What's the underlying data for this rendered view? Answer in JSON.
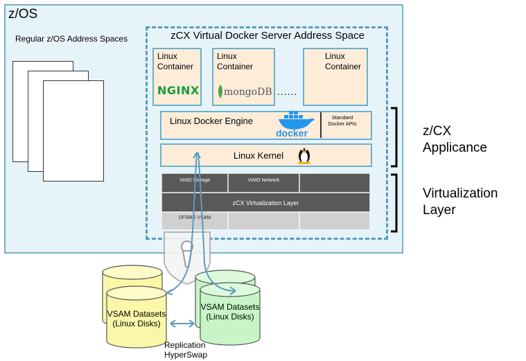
{
  "zos": {
    "title": "z/OS",
    "regular_spaces_label": "Regular z/OS Address Spaces"
  },
  "zcx": {
    "title": "zCX Virtual Docker Server Address Space",
    "containers": [
      {
        "label": "Linux Container",
        "logo": "NGINX"
      },
      {
        "label": "Linux Container",
        "logo": "mongoDB"
      },
      {
        "label": "Linux Container"
      }
    ],
    "ellipsis": "......",
    "docker_engine": {
      "label": "Linux Docker Engine",
      "logo": "docker",
      "apis_label": "Standard Docker APIs"
    },
    "linux_kernel": {
      "label": "Linux Kernel"
    },
    "virtio_row": [
      "VirtIO Storage",
      "VirtIO Network",
      ""
    ],
    "virtualization_layer": "zCX Virtualization Layer",
    "dfsms_row": [
      "DFSMS VSAM",
      "",
      ""
    ]
  },
  "brackets": {
    "appliance": "z/CX Applicance",
    "virtualization": "Virtualization Layer"
  },
  "storage": {
    "left_cylinder": "VSAM Datasets (Linux Disks)",
    "right_cylinder": "VSAM Datasets (Linux Disks)",
    "replication_label": "Replication",
    "hyperswap_label": "HyperSwap"
  },
  "colors": {
    "zos_bg": "#e6f4fa",
    "zcx_border": "#5a9bbd",
    "container_fill": "#fcecd8",
    "container_border": "#69b0cf",
    "nginx_green": "#1a9b3c",
    "mongo_green": "#4aa24a",
    "docker_blue": "#2496ed",
    "yellow_cylinder": "#fbf7a8",
    "green_cylinder": "#c8f5c8"
  }
}
